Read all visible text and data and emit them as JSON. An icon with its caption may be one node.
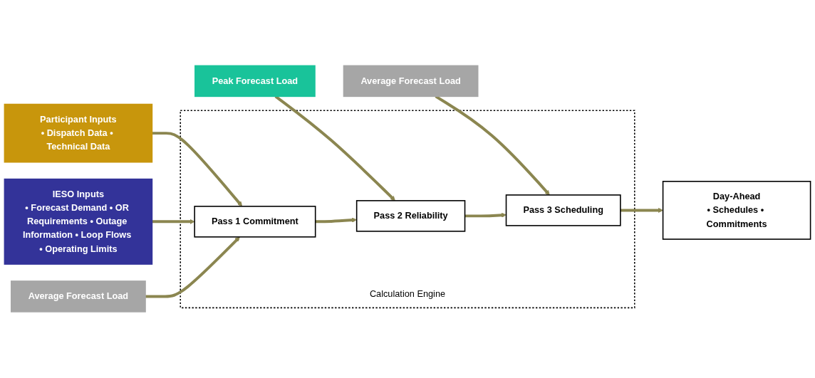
{
  "diagram": {
    "nodes": [
      {
        "text": [
          "Participant Inputs",
          "• Dispatch Data • Technical Data"
        ]
      },
      {
        "text": [
          "IESO Inputs",
          "• Forecast Demand • OR Requirements • Outage Information • Loop Flows • Operating Limits"
        ]
      },
      {
        "text": [
          "Average Forecast Load"
        ]
      },
      {
        "text": [
          "Peak Forecast Load"
        ]
      },
      {
        "text": [
          "Average Forecast Load"
        ]
      },
      {
        "text": [
          "Calculation Engine"
        ]
      },
      {
        "text": [
          "Pass 1 Commitment"
        ],
        "in": 5
      },
      {
        "text": [
          "Pass 2 Reliability"
        ],
        "in": 5
      },
      {
        "text": [
          "Pass 3 Scheduling"
        ],
        "in": 5
      },
      {
        "text": [
          "Day-Ahead",
          "• Schedules • Commitments"
        ]
      }
    ],
    "edges": [
      {
        "from": 0,
        "to": 6,
        "arrow": "to"
      },
      {
        "from": 1,
        "to": 6,
        "arrow": "to"
      },
      {
        "from": 2,
        "to": 6,
        "arrow": "to"
      },
      {
        "from": 3,
        "to": 7,
        "arrow": "to"
      },
      {
        "from": 4,
        "to": 8,
        "arrow": "to"
      },
      {
        "from": 6,
        "to": 7,
        "arrow": "to"
      },
      {
        "from": 7,
        "to": 8,
        "arrow": "to"
      },
      {
        "from": 8,
        "to": 9,
        "arrow": "to"
      }
    ]
  }
}
